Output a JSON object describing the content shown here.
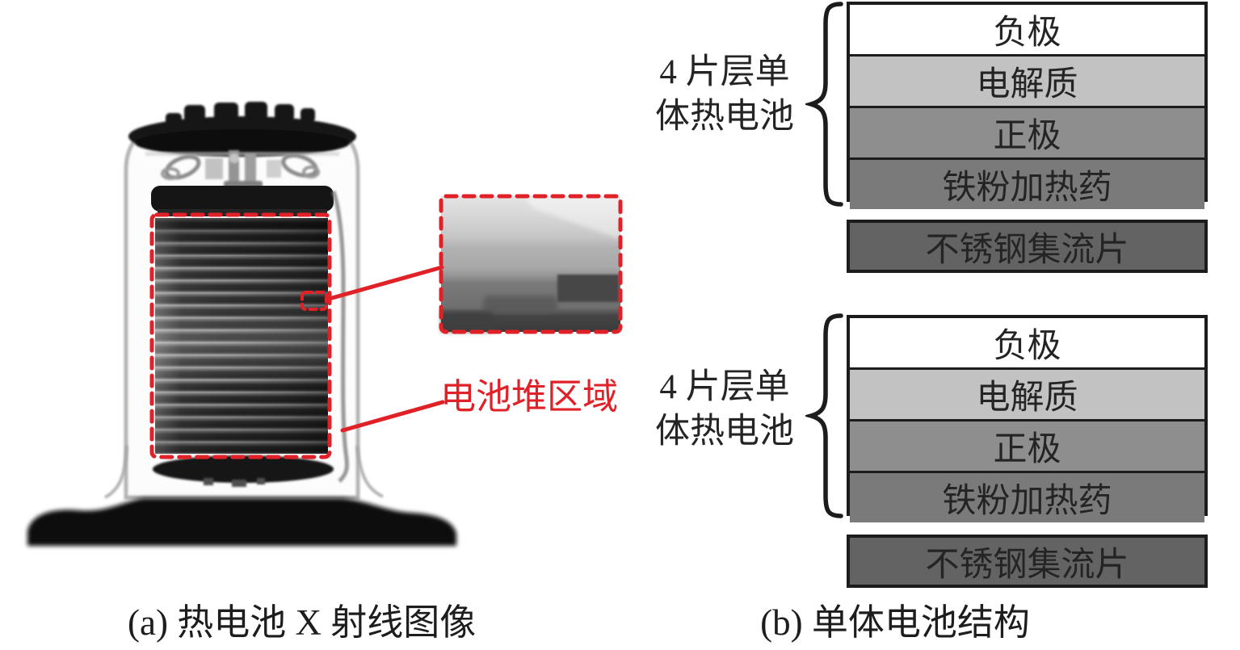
{
  "panel_a": {
    "caption": "(a) 热电池 X 射线图像",
    "stack_region_label": "电池堆区域",
    "annotation_color": "#e02127",
    "content_description": "X-ray radiograph of a thermal battery: dark top cap, internal electrode stack of ~20 horizontal layers outlined with a red dashed box, small red dashed source box linked to a magnified inset of the layers, dark pedestal base"
  },
  "panel_b": {
    "caption": "(b) 单体电池结构",
    "groups": [
      {
        "brace_label": {
          "line1": "4 片层单",
          "line2": "体热电池"
        },
        "layers": [
          {
            "label": "负极",
            "color": "#ffffff"
          },
          {
            "label": "电解质",
            "color": "#c2c2c2"
          },
          {
            "label": "正极",
            "color": "#8e8e8e"
          },
          {
            "label": "铁粉加热药",
            "color": "#7a7a7a"
          }
        ],
        "collector": {
          "label": "不锈钢集流片",
          "color": "#636363"
        }
      },
      {
        "brace_label": {
          "line1": "4 片层单",
          "line2": "体热电池"
        },
        "layers": [
          {
            "label": "负极",
            "color": "#ffffff"
          },
          {
            "label": "电解质",
            "color": "#c2c2c2"
          },
          {
            "label": "正极",
            "color": "#8e8e8e"
          },
          {
            "label": "铁粉加热药",
            "color": "#7a7a7a"
          }
        ],
        "collector": {
          "label": "不锈钢集流片",
          "color": "#636363"
        }
      }
    ]
  }
}
